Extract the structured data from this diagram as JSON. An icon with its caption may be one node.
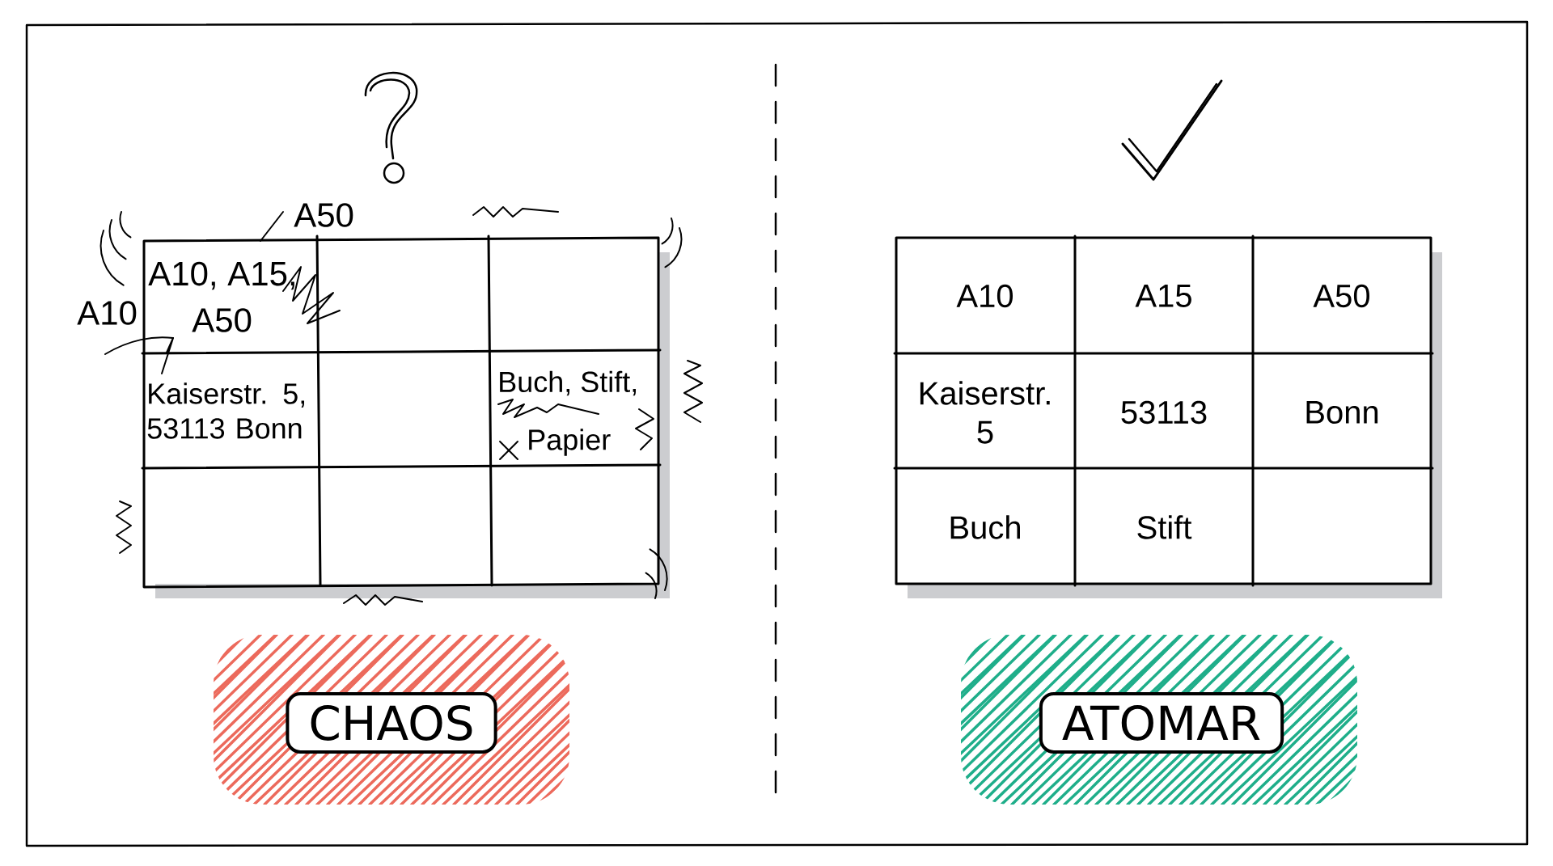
{
  "diagram": {
    "nodes": [
      {
        "text": [
          "CHAOS"
        ]
      },
      {
        "text": [
          "ATOMAR"
        ]
      }
    ],
    "labels": [
      "A50",
      "A10, A15,",
      "A10",
      "A50",
      "Kaiserstr. 5, 53113 Bonn",
      "Buch, Stift,",
      "Papier",
      "A10",
      "A15",
      "A50",
      "Kaiserstr. 5",
      "53113",
      "Bonn",
      "Buch",
      "Stift"
    ]
  }
}
